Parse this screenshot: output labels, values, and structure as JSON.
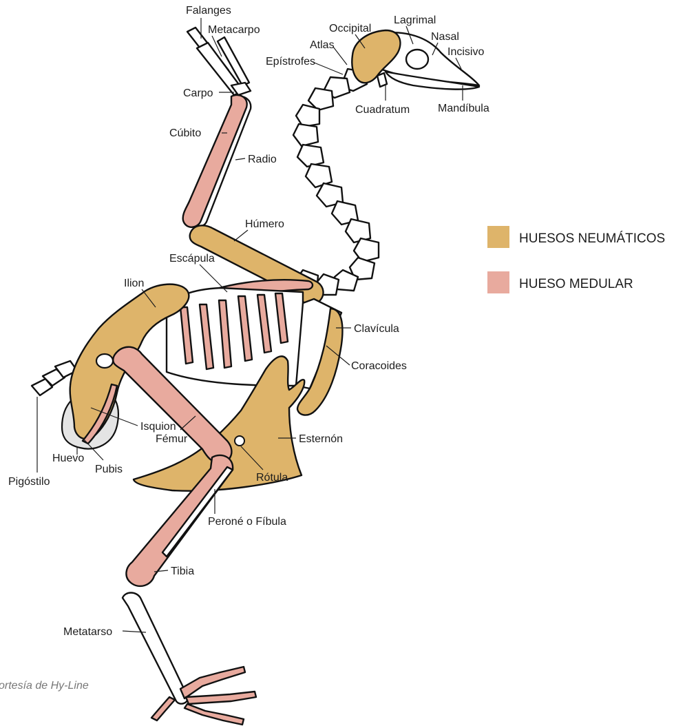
{
  "colors": {
    "pneumatic": "#deb46a",
    "medullary": "#e8aa9e",
    "egg": "#e4e4e4",
    "outline": "#111111"
  },
  "legend": {
    "pneumatic_label": "HUESOS NEUMÁTICOS",
    "medullary_label": "HUESO MEDULAR"
  },
  "labels": {
    "falanges": "Falanges",
    "metacarpo": "Metacarpo",
    "carpo": "Carpo",
    "cubito": "Cúbito",
    "radio": "Radio",
    "humero": "Húmero",
    "escapula": "Escápula",
    "ilion": "Ilion",
    "occipital": "Occipital",
    "lagrimal": "Lagrimal",
    "nasal": "Nasal",
    "incisivo": "Incisivo",
    "atlas": "Atlas",
    "epistrofes": "Epístrofes",
    "cuadratum": "Cuadratum",
    "mandibula": "Mandíbula",
    "clavicula": "Clavícula",
    "coracoides": "Coracoides",
    "esternon": "Esternón",
    "isquion": "Isquion",
    "femur": "Fémur",
    "huevo": "Huevo",
    "pubis": "Pubis",
    "pigostilo": "Pigóstilo",
    "rotula": "Rótula",
    "perone": "Peroné o Fíbula",
    "tibia": "Tibia",
    "metatarso": "Metatarso"
  },
  "credit": "ortesía de Hy-Line"
}
